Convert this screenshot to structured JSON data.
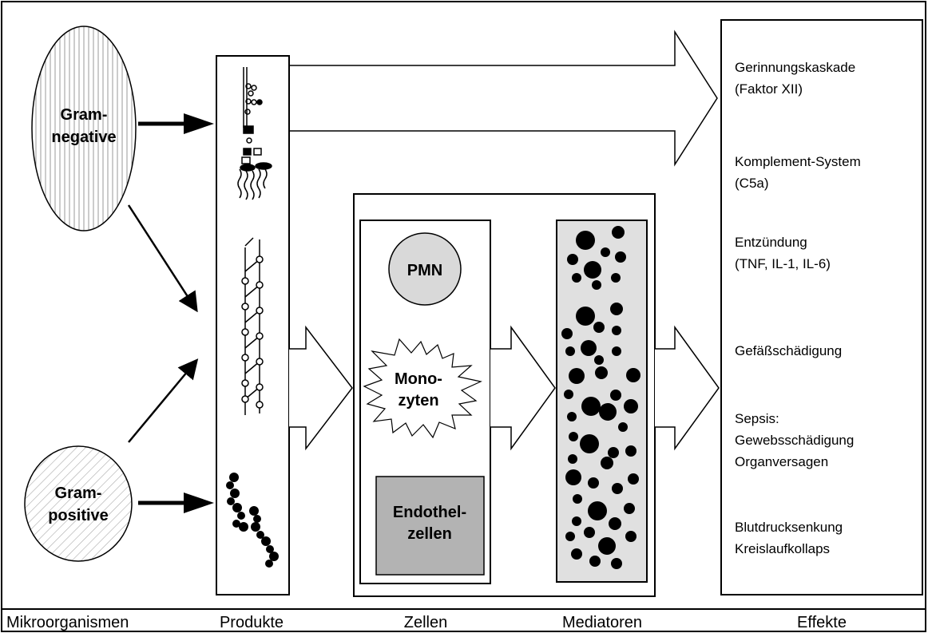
{
  "organisms": {
    "gram_negative": [
      "Gram-",
      "negative"
    ],
    "gram_positive": [
      "Gram-",
      "positive"
    ]
  },
  "cells": {
    "pmn": "PMN",
    "monozyten": [
      "Mono-",
      "zyten"
    ],
    "endothel": [
      "Endothel-",
      "zellen"
    ]
  },
  "effects": [
    [
      "Gerinnungskaskade",
      "(Faktor XII)"
    ],
    [
      "Komplement-System",
      "(C5a)"
    ],
    [
      "Entzündung",
      "(TNF, IL-1, IL-6)"
    ],
    [
      "Gefäßschädigung"
    ],
    [
      "Sepsis:",
      "Gewebsschädigung",
      "Organversagen"
    ],
    [
      "Blutdrucksenkung",
      "Kreislaufkollaps"
    ]
  ],
  "columns": [
    "Mikroorganismen",
    "Produkte",
    "Zellen",
    "Mediatoren",
    "Effekte"
  ],
  "colors": {
    "line": "#000000",
    "cell_fill": "#d9d9d9",
    "endothel_fill": "#b3b3b3",
    "mediator_fill": "#e0e0e0"
  },
  "icons": [
    "lps-molecule-icon",
    "peptidoglycan-icon",
    "coccus-chain-icon",
    "mediator-particle-icon"
  ]
}
